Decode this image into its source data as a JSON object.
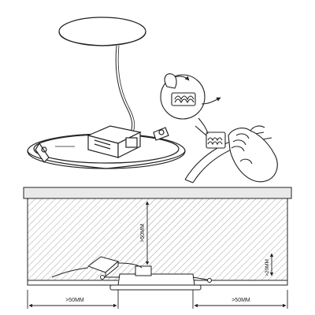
{
  "dimensions": {
    "above_ceiling_height": ">50MM",
    "edge_clearance": ">20MM",
    "left_clearance": ">50MM",
    "right_clearance": ">50MM"
  },
  "colors": {
    "line": "#222222",
    "ceiling_fill": "#e9e9e9",
    "hatch": "#9a9a9a"
  },
  "icons": {
    "rotation_detail": "circular-arrow-icon",
    "spring_clip": "spring-clip-icon",
    "hand": "hand-icon"
  }
}
